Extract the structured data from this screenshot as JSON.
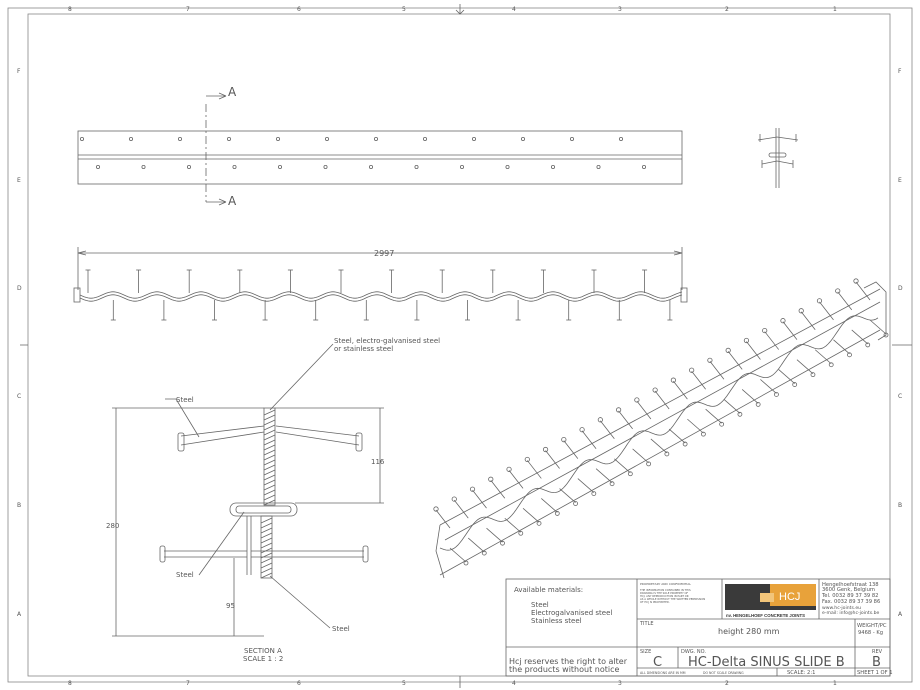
{
  "zones_top": [
    "8",
    "7",
    "6",
    "5",
    "4",
    "3",
    "2",
    "1"
  ],
  "zones_side": [
    "F",
    "E",
    "D",
    "C",
    "B",
    "A"
  ],
  "section_marker": "A",
  "dimension_overall": "2997",
  "callouts": {
    "top_material_line1": "Steel, electro-galvanised steel",
    "top_material_line2": "or stainless steel",
    "steel_upper": "Steel",
    "steel_lower_left": "Steel",
    "steel_lower_right": "Steel"
  },
  "dims": {
    "height_total": "280",
    "upper": "116",
    "lower": "95"
  },
  "section_label": {
    "line1": "SECTION A",
    "line2": "SCALE 1 : 2"
  },
  "title_block": {
    "materials_heading": "Available materials:",
    "materials": [
      "Steel",
      "Electrogalvanised steel",
      "Stainless steel"
    ],
    "disclaimer_line1": "Hcj reserves the right to alter",
    "disclaimer_line2": "the products without notice",
    "confidential_heading": "PROPRIETARY AND CONFIDENTIAL",
    "confidential_text": [
      "THE INFORMATION CONTAINED IN THIS",
      "DRAWING IS THE SOLE PROPERTY OF",
      "HCJ. ANY REPRODUCTION IN PART OR",
      "AS A WHOLE WITHOUT THE WRITTEN PERMISSION",
      "OF HCJ IS PROHIBITED."
    ],
    "logo_text": "HCJ",
    "company_name": "nv. HENGELHOEF CONCRETE JOINTS",
    "address": [
      "Hengelhoefstraat 138",
      "3600 Genk, Belgium",
      "Tel. 0032 89 37 39 82",
      "Fax. 0032 89 37 39 86",
      "www.hc-joints.eu",
      "e-mail: info@hc-joints.be"
    ],
    "weight_label": "WEIGHT/PC",
    "weight_value": "9468 - Kg",
    "title_label": "TITLE",
    "title_value": "height 280 mm",
    "size_label": "SIZE",
    "size_value": "C",
    "dwg_label": "DWG. NO.",
    "dwg_value": "HC-Delta SINUS SLIDE B",
    "rev_label": "REV",
    "rev_value": "B",
    "dims_note": "ALL DIMENSIONS ARE IN MM",
    "scale_note": "DO NOT SCALE DRAWING",
    "scale_label": "SCALE: 2:1",
    "sheet_label": "SHEET 1 OF 1"
  },
  "colors": {
    "logo_dark": "#3a3a3a",
    "logo_accent": "#e8a23a",
    "line": "#666666"
  }
}
